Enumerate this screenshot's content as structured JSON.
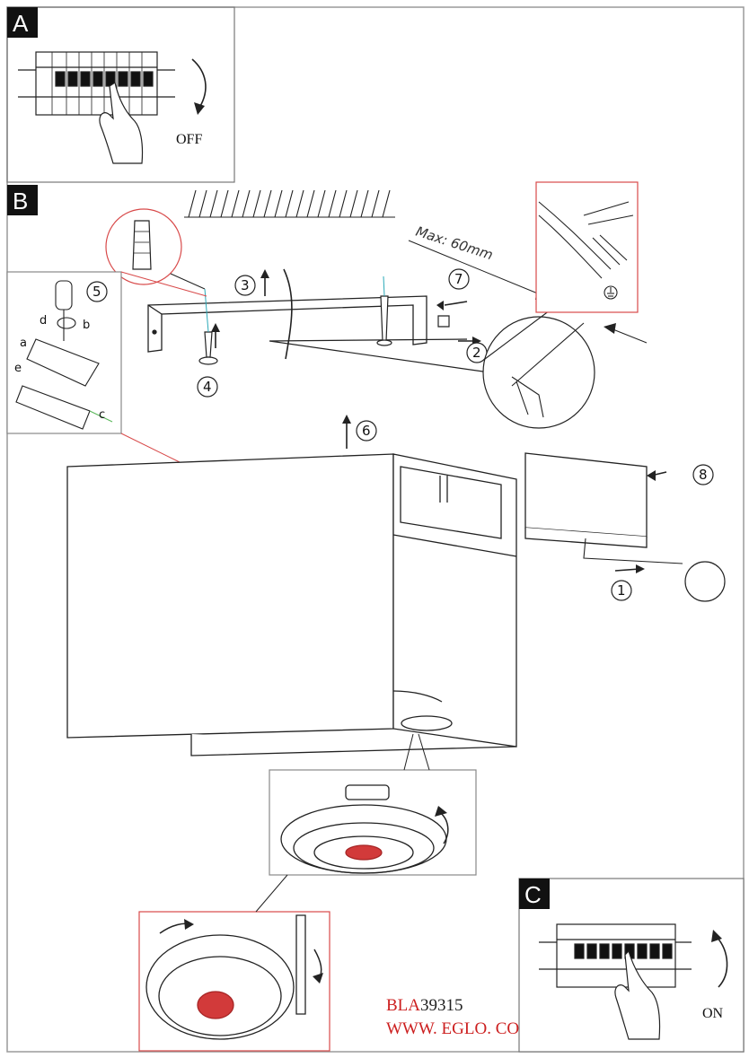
{
  "sections": {
    "a": {
      "tag": "A",
      "label": "OFF"
    },
    "b": {
      "tag": "B"
    },
    "c": {
      "tag": "C",
      "label": "ON"
    }
  },
  "steps": [
    "1",
    "2",
    "3",
    "4",
    "5",
    "6",
    "7",
    "8"
  ],
  "detail_letters": [
    "a",
    "b",
    "c",
    "d",
    "e"
  ],
  "note": "Max: 60mm",
  "footer": {
    "model_prefix": "BLA",
    "model_number": "39315",
    "website": "WWW. EGLO. COM"
  },
  "colors": {
    "line": "#222222",
    "frame": "#888888",
    "detail_frame": "#d84a4a",
    "brand_red": "#cc1f1f",
    "lamp_grille": "#d23a3a",
    "tag_bg": "#111111"
  },
  "icons": [
    "circuit-breaker-icon",
    "hand-icon",
    "screw-icon",
    "wall-plug-icon",
    "cable-stripper-icon",
    "ground-symbol-icon"
  ]
}
